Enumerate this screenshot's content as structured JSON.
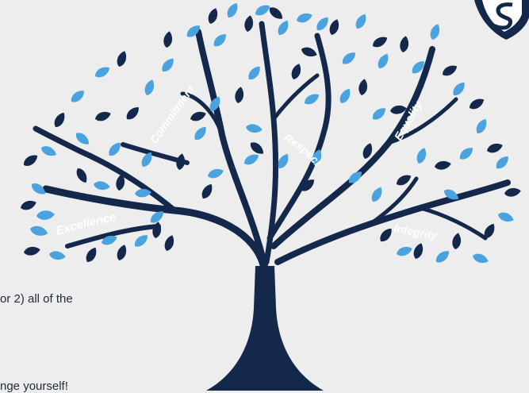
{
  "tree": {
    "values": [
      "Excellence",
      "Commitment",
      "Respect",
      "Equality",
      "Integrity"
    ]
  },
  "text_fragments": [
    "or  2) all of the",
    "nge yourself!"
  ],
  "colors": {
    "background": "#ededee",
    "navy": "#14284b",
    "light_blue": "#4aa3df",
    "text": "#222d3c"
  },
  "icons": {
    "corner_logo": "shield-logo-icon"
  }
}
